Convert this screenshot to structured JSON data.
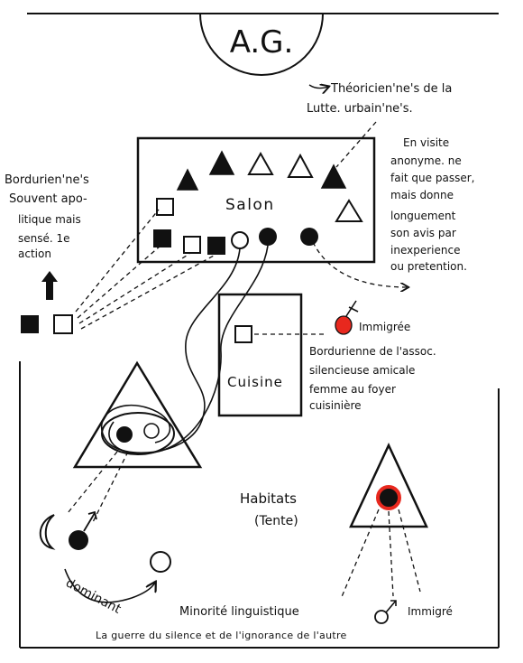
{
  "title": "A.G.",
  "labels": {
    "theoriciens_line1": "Théoricien'ne's de la",
    "theoriciens_line2": "Lutte. urbain'ne's.",
    "visite": [
      "En visite",
      "anonyme. ne",
      "fait que passer,",
      "mais donne",
      "longuement",
      "son avis par",
      "inexperience",
      "ou pretention."
    ],
    "borduriens": [
      "Bordurien'ne's",
      "Souvent apo-",
      "litique mais",
      "sensé. 1e",
      "action"
    ],
    "salon": "Salon",
    "cuisine": "Cuisine",
    "immigree": "Immigrée",
    "bordurienne_assoc": [
      "Bordurienne de l'assoc.",
      "silencieuse amicale",
      "femme au foyer",
      "cuisinière"
    ],
    "habitats": [
      "Habitats",
      "(Tente)"
    ],
    "dominant": "dominant",
    "minorite": "Minorité linguistique",
    "immigre": "Immigré",
    "guerre": "La guerre du silence et de l'ignorance de l'autre"
  },
  "colors": {
    "ink": "#111111",
    "accent_red": "#e8281e",
    "paper": "#ffffff"
  }
}
